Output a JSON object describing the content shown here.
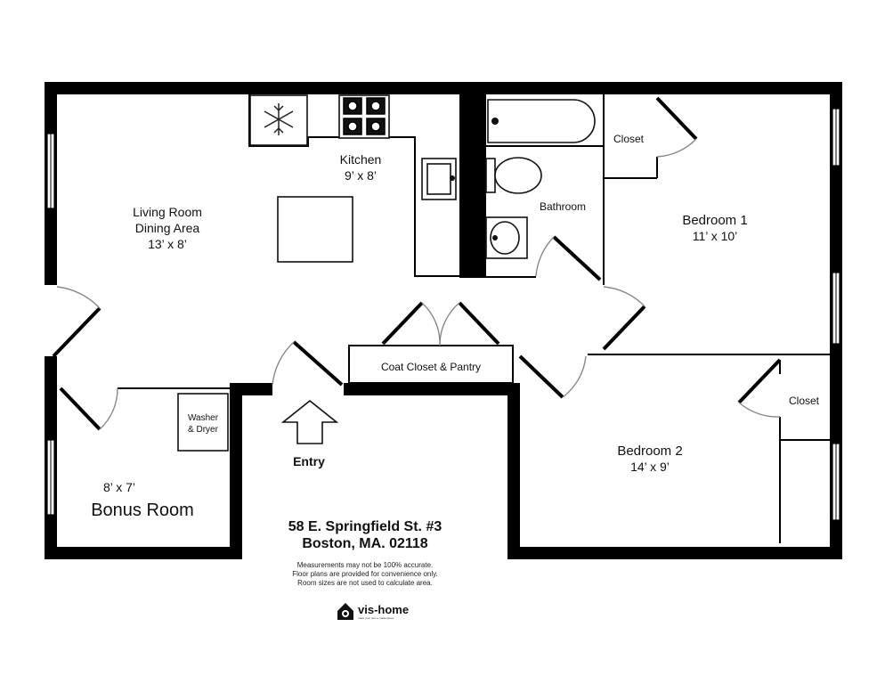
{
  "rooms": {
    "living": {
      "name_line1": "Living Room",
      "name_line2": "Dining Area",
      "size": "13’ x 8’"
    },
    "kitchen": {
      "name": "Kitchen",
      "size": "9’ x 8’"
    },
    "bathroom": {
      "name": "Bathroom"
    },
    "closet1": {
      "name": "Closet"
    },
    "bedroom1": {
      "name": "Bedroom 1",
      "size": "11’ x 10’"
    },
    "coat_closet": {
      "name": "Coat Closet & Pantry"
    },
    "closet2": {
      "name": "Closet"
    },
    "bedroom2": {
      "name": "Bedroom 2",
      "size": "14’ x 9’"
    },
    "washer": {
      "line1": "Washer",
      "line2": "& Dryer"
    },
    "bonus": {
      "name": "Bonus Room",
      "size": "8’ x 7’"
    }
  },
  "entry": {
    "label": "Entry"
  },
  "address": {
    "line1": "58 E. Springfield St. #3",
    "line2": "Boston, MA. 02118"
  },
  "disclaimer": {
    "line1": "Measurements may not be 100% accurate.",
    "line2": "Floor plans are provided for convenience only.",
    "line3": "Room sizes are not used to calculate area."
  },
  "brand": {
    "name": "vis-home",
    "tagline": "make your next a masterpiece"
  },
  "icons": [
    "snowflake-icon",
    "stove-burner-icon",
    "entry-arrow-icon",
    "house-camera-logo-icon"
  ],
  "colors": {
    "wall": "#000000",
    "swing": "#888888",
    "background": "#ffffff"
  }
}
